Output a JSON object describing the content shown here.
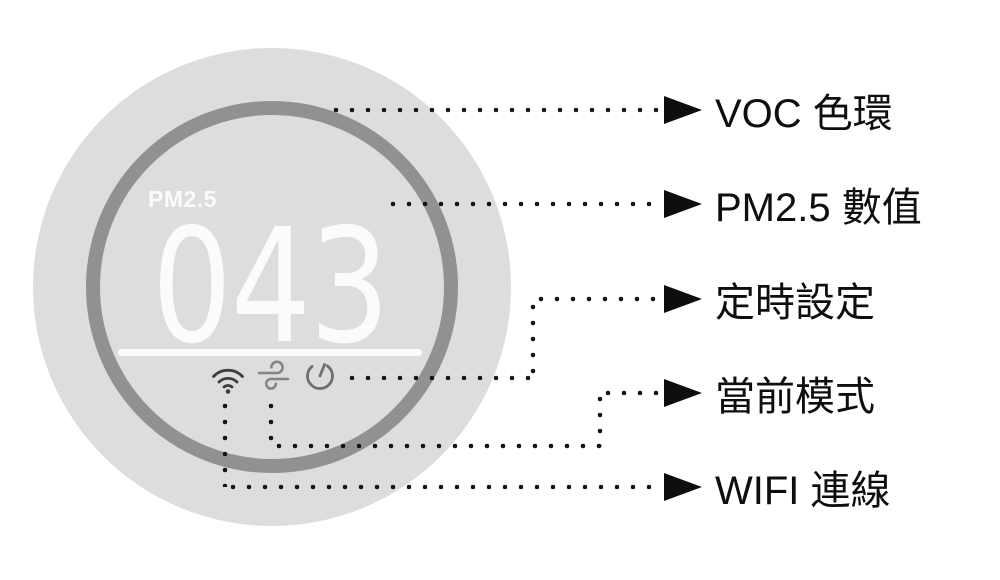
{
  "device": {
    "pm_label": "PM2.5",
    "pm_value": "043",
    "icons": [
      "wifi-icon",
      "wind-mode-icon",
      "timer-icon"
    ]
  },
  "annotations": [
    {
      "label": "VOC 色環"
    },
    {
      "label": "PM2.5 數值"
    },
    {
      "label": "定時設定"
    },
    {
      "label": "當前模式"
    },
    {
      "label": "WIFI 連線"
    }
  ],
  "colors": {
    "device_body": "#dcdddd",
    "voc_ring": "#8f9192",
    "display_text": "#fbfbfb",
    "connector": "#141414",
    "label_text": "#0e0e0e",
    "wifi_icon": "#3d3d3d",
    "mode_icon": "#838383",
    "timer_icon": "#6f6f6f"
  }
}
